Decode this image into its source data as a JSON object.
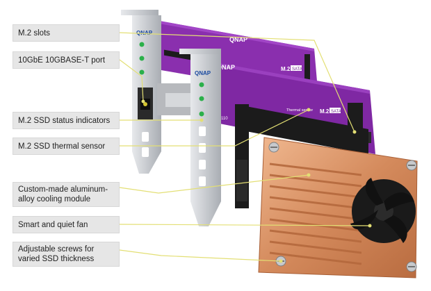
{
  "callouts": [
    {
      "label": "M.2 slots"
    },
    {
      "label": "10GbE 10GBASE-T port"
    },
    {
      "label": "M.2 SSD status indicators"
    },
    {
      "label": "M.2 SSD thermal sensor"
    },
    {
      "label": "Custom-made aluminum-alloy cooling module"
    },
    {
      "label": "Smart and quiet fan"
    },
    {
      "label": "Adjustable screws for varied SSD thickness"
    }
  ],
  "board_text": {
    "brand": "QNAP",
    "m2": "M.2",
    "sata": "SATA",
    "thermal": "Thermal sensor",
    "slot_size": "110"
  },
  "colors": {
    "callout_bg": "#e6e6e6",
    "leader_line": "#e8e37a",
    "pcb": "#8a2fae",
    "pcb_dark": "#6e1f8f",
    "bracket": "#c9ccd1",
    "copper": "#d9956a",
    "fan": "#1a1a1a",
    "ssd": "#1b1b1b"
  },
  "icons": [
    "fan-icon",
    "screw-icon",
    "led-icon",
    "rj45-port-icon"
  ]
}
